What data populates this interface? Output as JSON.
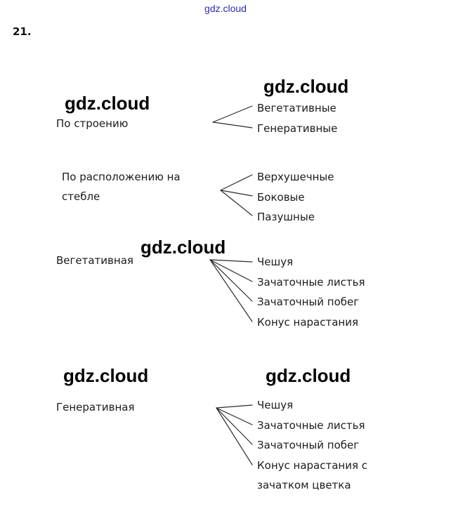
{
  "page_number": "21.",
  "watermark": {
    "small": "gdz.cloud",
    "big": "gdz.cloud"
  },
  "groups": [
    {
      "label": "По строению",
      "items": [
        "Вегетативные",
        "Генеративные"
      ]
    },
    {
      "label": "По расположению на стебле",
      "items": [
        "Верхушечные",
        "Боковые",
        "Пазушные"
      ]
    },
    {
      "label": "Вегетативная",
      "items": [
        "Чешуя",
        "Зачаточные листья",
        "Зачаточный побег",
        "Конус нарастания"
      ]
    },
    {
      "label": "Генеративная",
      "items": [
        "Чешуя",
        "Зачаточные листья",
        "Зачаточный побег",
        "Конус нарастания с зачатком цветка"
      ]
    }
  ]
}
